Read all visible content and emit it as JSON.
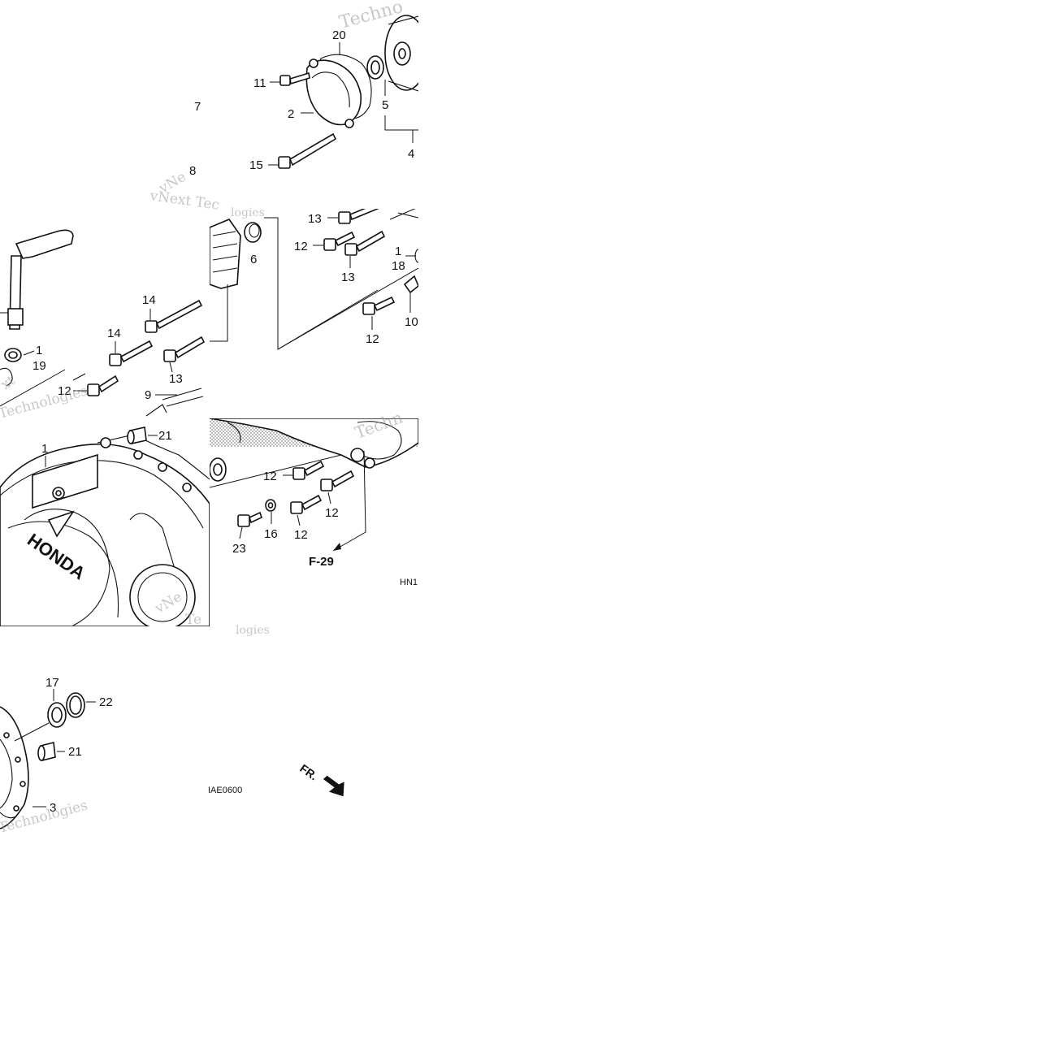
{
  "diagram": {
    "callouts": [
      {
        "id": "c20",
        "text": "20"
      },
      {
        "id": "c11",
        "text": "11"
      },
      {
        "id": "c7",
        "text": "7"
      },
      {
        "id": "c2",
        "text": "2"
      },
      {
        "id": "c5",
        "text": "5"
      },
      {
        "id": "c4",
        "text": "4"
      },
      {
        "id": "c15",
        "text": "15"
      },
      {
        "id": "c8",
        "text": "8"
      },
      {
        "id": "c13a",
        "text": "13"
      },
      {
        "id": "c12a",
        "text": "12"
      },
      {
        "id": "c13b",
        "text": "13"
      },
      {
        "id": "c1a",
        "text": "1"
      },
      {
        "id": "c18",
        "text": "18"
      },
      {
        "id": "c6",
        "text": "6"
      },
      {
        "id": "c12b",
        "text": "12"
      },
      {
        "id": "c10",
        "text": "10"
      },
      {
        "id": "c14a",
        "text": "14"
      },
      {
        "id": "c14b",
        "text": "14"
      },
      {
        "id": "c1b",
        "text": "1"
      },
      {
        "id": "c19",
        "text": "19"
      },
      {
        "id": "c13c",
        "text": "13"
      },
      {
        "id": "c12c",
        "text": "12"
      },
      {
        "id": "c9",
        "text": "9"
      },
      {
        "id": "c21a",
        "text": "21"
      },
      {
        "id": "c1c",
        "text": "1"
      },
      {
        "id": "c12d",
        "text": "12"
      },
      {
        "id": "c12e",
        "text": "12"
      },
      {
        "id": "c16",
        "text": "16"
      },
      {
        "id": "c12f",
        "text": "12"
      },
      {
        "id": "c23",
        "text": "23"
      },
      {
        "id": "c17",
        "text": "17"
      },
      {
        "id": "c22",
        "text": "22"
      },
      {
        "id": "c21b",
        "text": "21"
      },
      {
        "id": "c3",
        "text": "3"
      }
    ],
    "reference_label": "F-29",
    "code_fragment": "HN1",
    "figure_code": "IAE0600",
    "front_marker": "FR.",
    "brand_mark": "HONDA",
    "watermarks": [
      "Techno",
      "vNext Tec",
      "vNe",
      "logies",
      "xt",
      "Technologies",
      "Techn",
      "vNe",
      "Te",
      "logies",
      "Technologies"
    ]
  }
}
